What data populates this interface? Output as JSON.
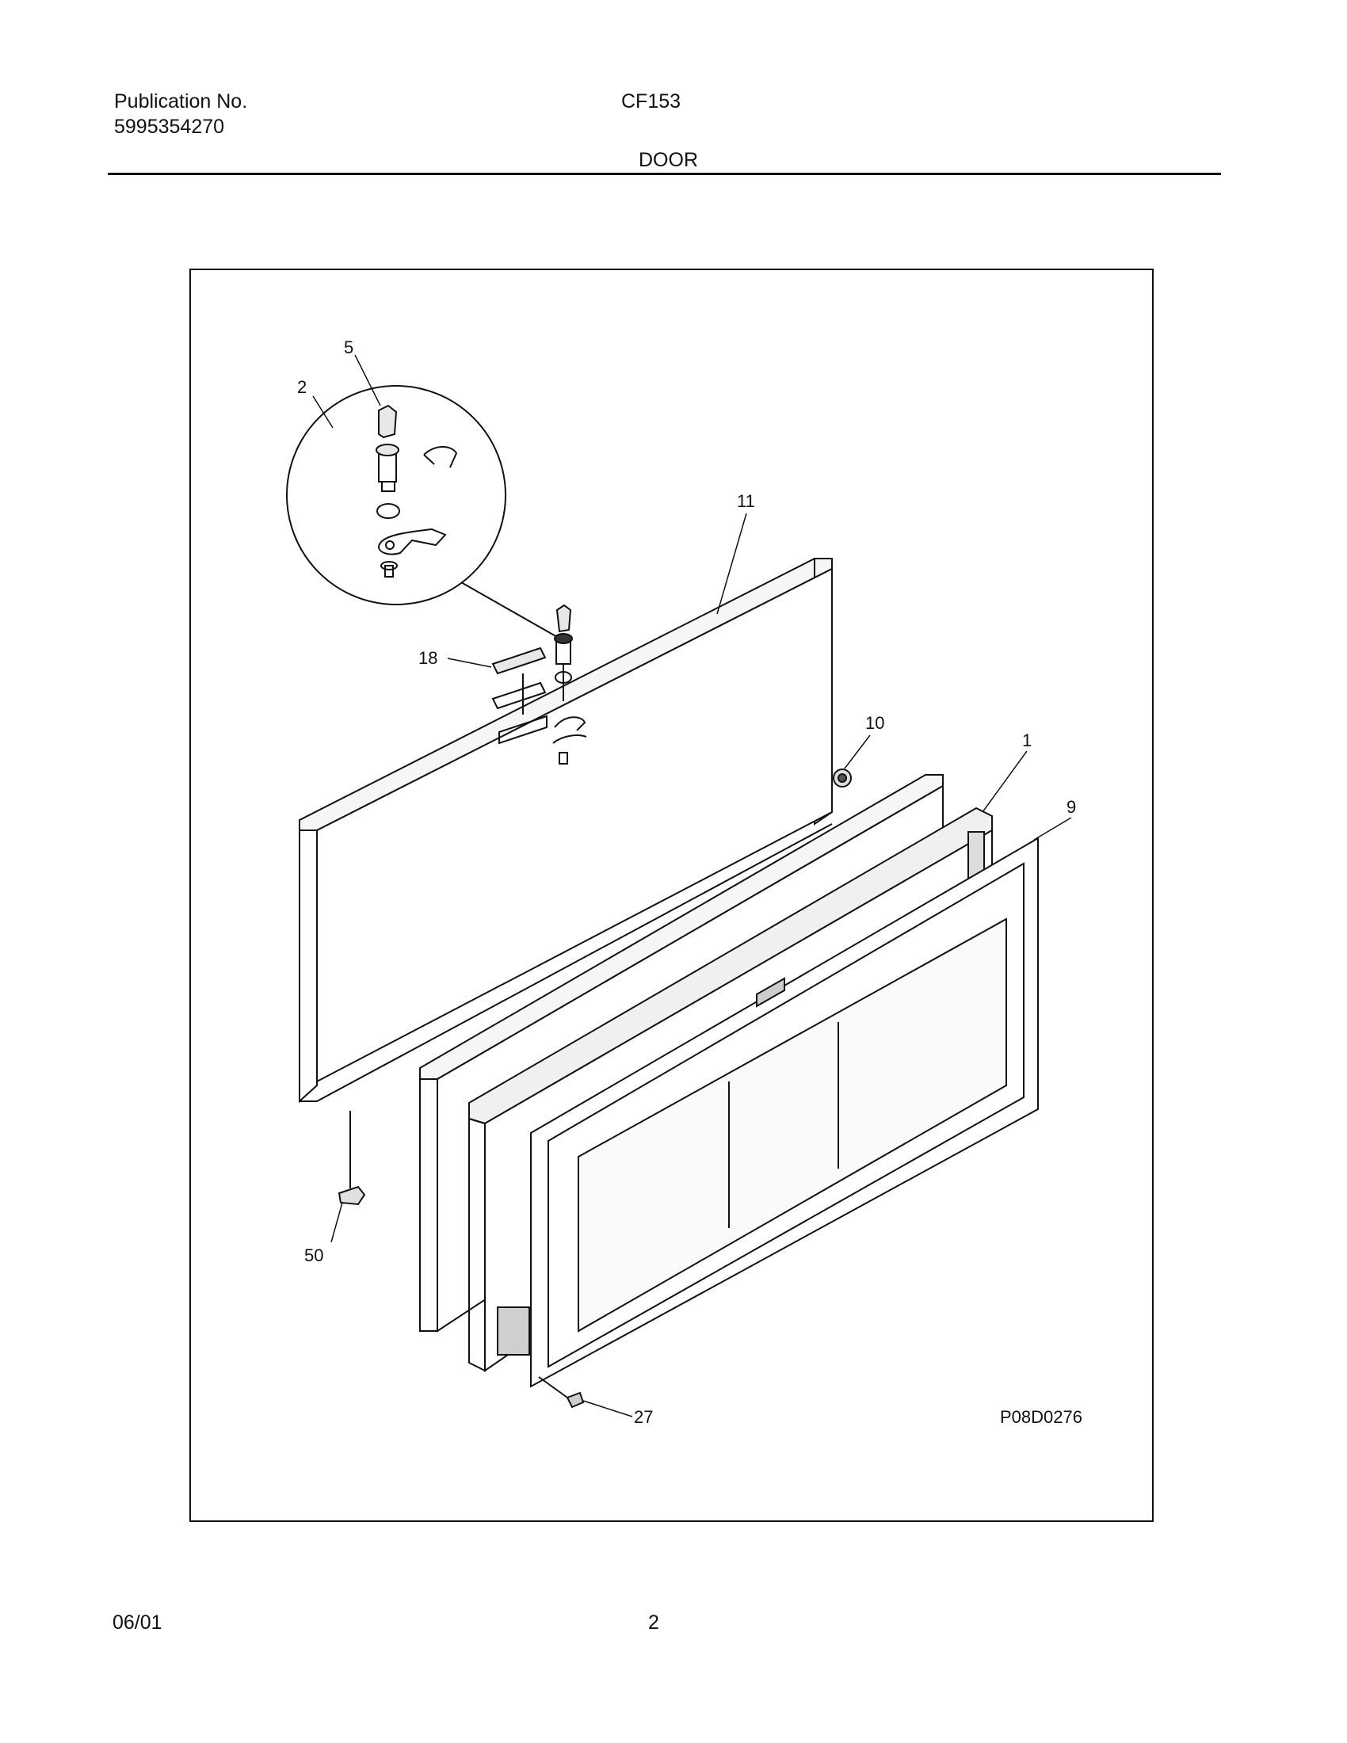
{
  "header": {
    "publication_label": "Publication No.",
    "publication_number": "5995354270",
    "model": "CF153",
    "section_title": "DOOR"
  },
  "diagram": {
    "drawing_code": "P08D0276",
    "callouts": {
      "lock_key": "5",
      "lock_assembly": "2",
      "door_gasket": "11",
      "handle": "18",
      "plug": "10",
      "door_panel": "1",
      "inner_liner": "9",
      "hinge_bracket": "50",
      "screw": "27"
    }
  },
  "footer": {
    "date": "06/01",
    "page": "2"
  }
}
